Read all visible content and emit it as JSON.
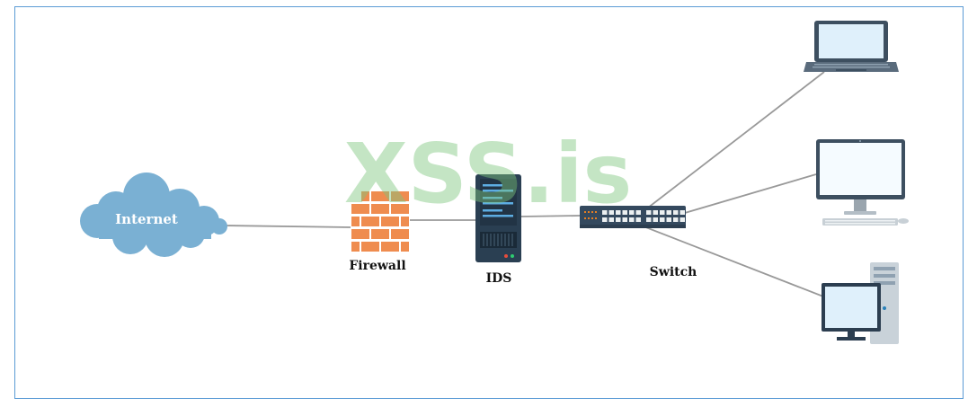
{
  "diagram": {
    "nodes": {
      "internet": {
        "label": "Internet",
        "icon": "cloud-icon"
      },
      "firewall": {
        "label": "Firewall",
        "icon": "brick-wall-icon"
      },
      "ids": {
        "label": "IDS",
        "icon": "server-icon"
      },
      "switch": {
        "label": "Switch",
        "icon": "network-switch-icon"
      },
      "laptop": {
        "icon": "laptop-icon"
      },
      "monitor": {
        "icon": "monitor-icon"
      },
      "desktop": {
        "icon": "desktop-pc-icon"
      }
    },
    "edges": [
      [
        "internet",
        "firewall"
      ],
      [
        "firewall",
        "ids"
      ],
      [
        "ids",
        "switch"
      ],
      [
        "switch",
        "laptop"
      ],
      [
        "switch",
        "monitor"
      ],
      [
        "switch",
        "desktop"
      ]
    ]
  },
  "watermark": {
    "text": "XSS.is",
    "color": "#7ec77e"
  },
  "colors": {
    "frame": "#5b9bd5",
    "cloud": "#7ab0d3",
    "brick": "#ef8c4f",
    "server": "#2a3f52",
    "switch": "#34495e",
    "screen": "#dff0fb",
    "line": "#999999"
  }
}
